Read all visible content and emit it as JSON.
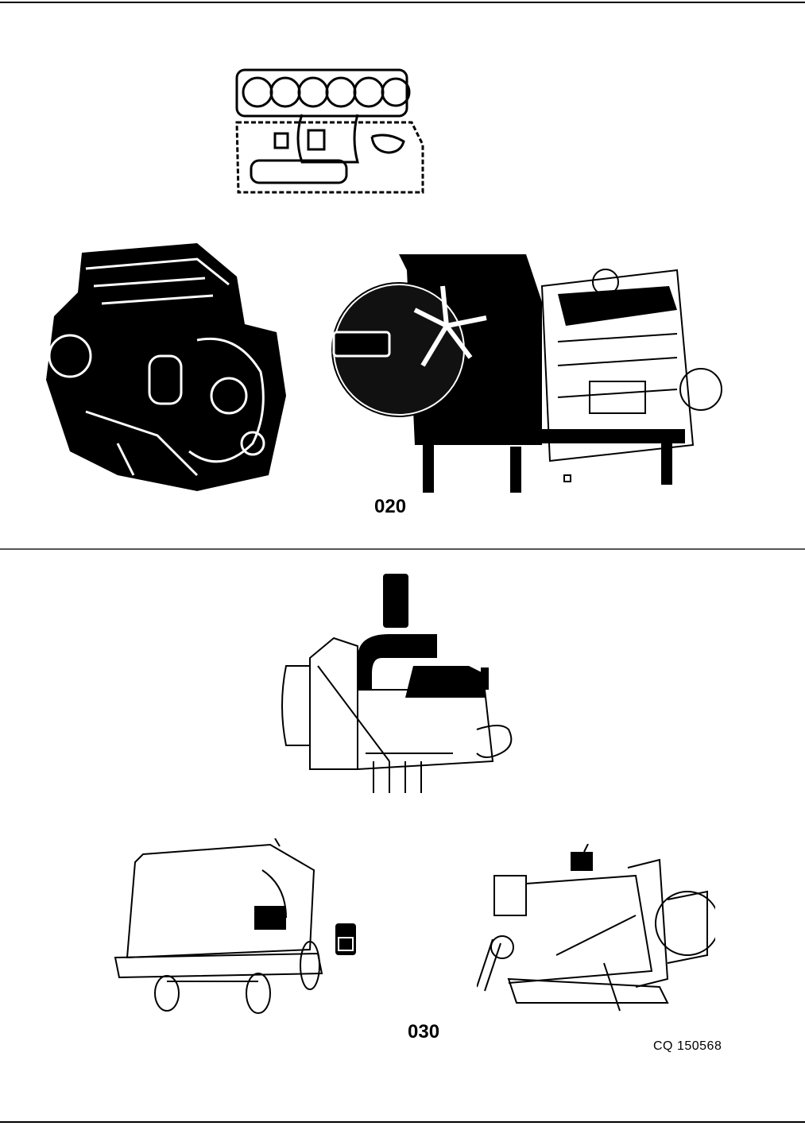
{
  "sections": [
    {
      "caption": "020"
    },
    {
      "caption": "030"
    }
  ],
  "reference": "CQ 150568",
  "illustrations": {
    "gasket_set": "gasket-set-icon",
    "short_block": "engine-short-block-icon",
    "power_unit": "engine-power-unit-icon",
    "engine_side": "engine-side-view-icon",
    "generator_trailer": "generator-trailer-icon",
    "filter": "filter-icon",
    "skid_engine": "skid-mounted-engine-icon"
  }
}
